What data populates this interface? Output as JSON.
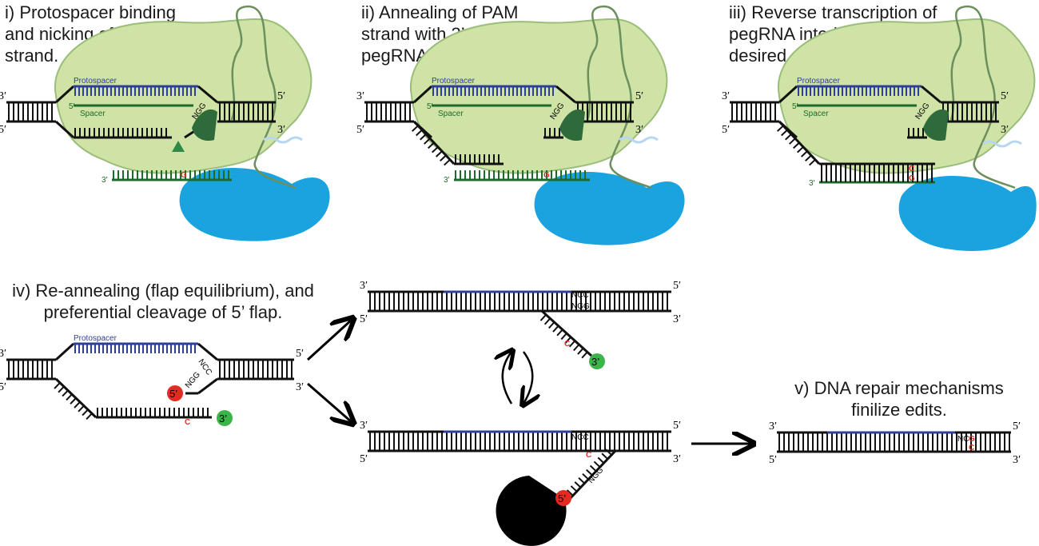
{
  "captions": {
    "step1": "i) Protospacer binding\nand nicking of PAM\nstrand.",
    "step2": "ii) Annealing of PAM\nstrand with 3’ end of\npegRNA.",
    "step3": "iii) Reverse transcription of\npegRNA interior with\ndesired edits.",
    "step4": "iv) Re-annealing (flap equilibrium), and\npreferential cleavage of 5’ flap.",
    "step5": "v) DNA repair mechanisms\nfinilize edits."
  },
  "labels": {
    "protospacer": "Protospacer",
    "spacer": "Spacer",
    "ngg": "NGG",
    "ncc": "NCC",
    "end_3": "3′",
    "end_5": "5′",
    "edit_g": "G",
    "edit_c": "C",
    "flap_3": "3’",
    "flap_5": "5’"
  },
  "colors": {
    "dna": "#111111",
    "protospacer": "#2e3f9a",
    "spacer": "#1d6b2a",
    "cas9": "#cfe3a6",
    "rt": "#1aa3df",
    "edit": "#e0312a",
    "green_dot": "#3bb54a",
    "red_dot": "#e32b22"
  }
}
